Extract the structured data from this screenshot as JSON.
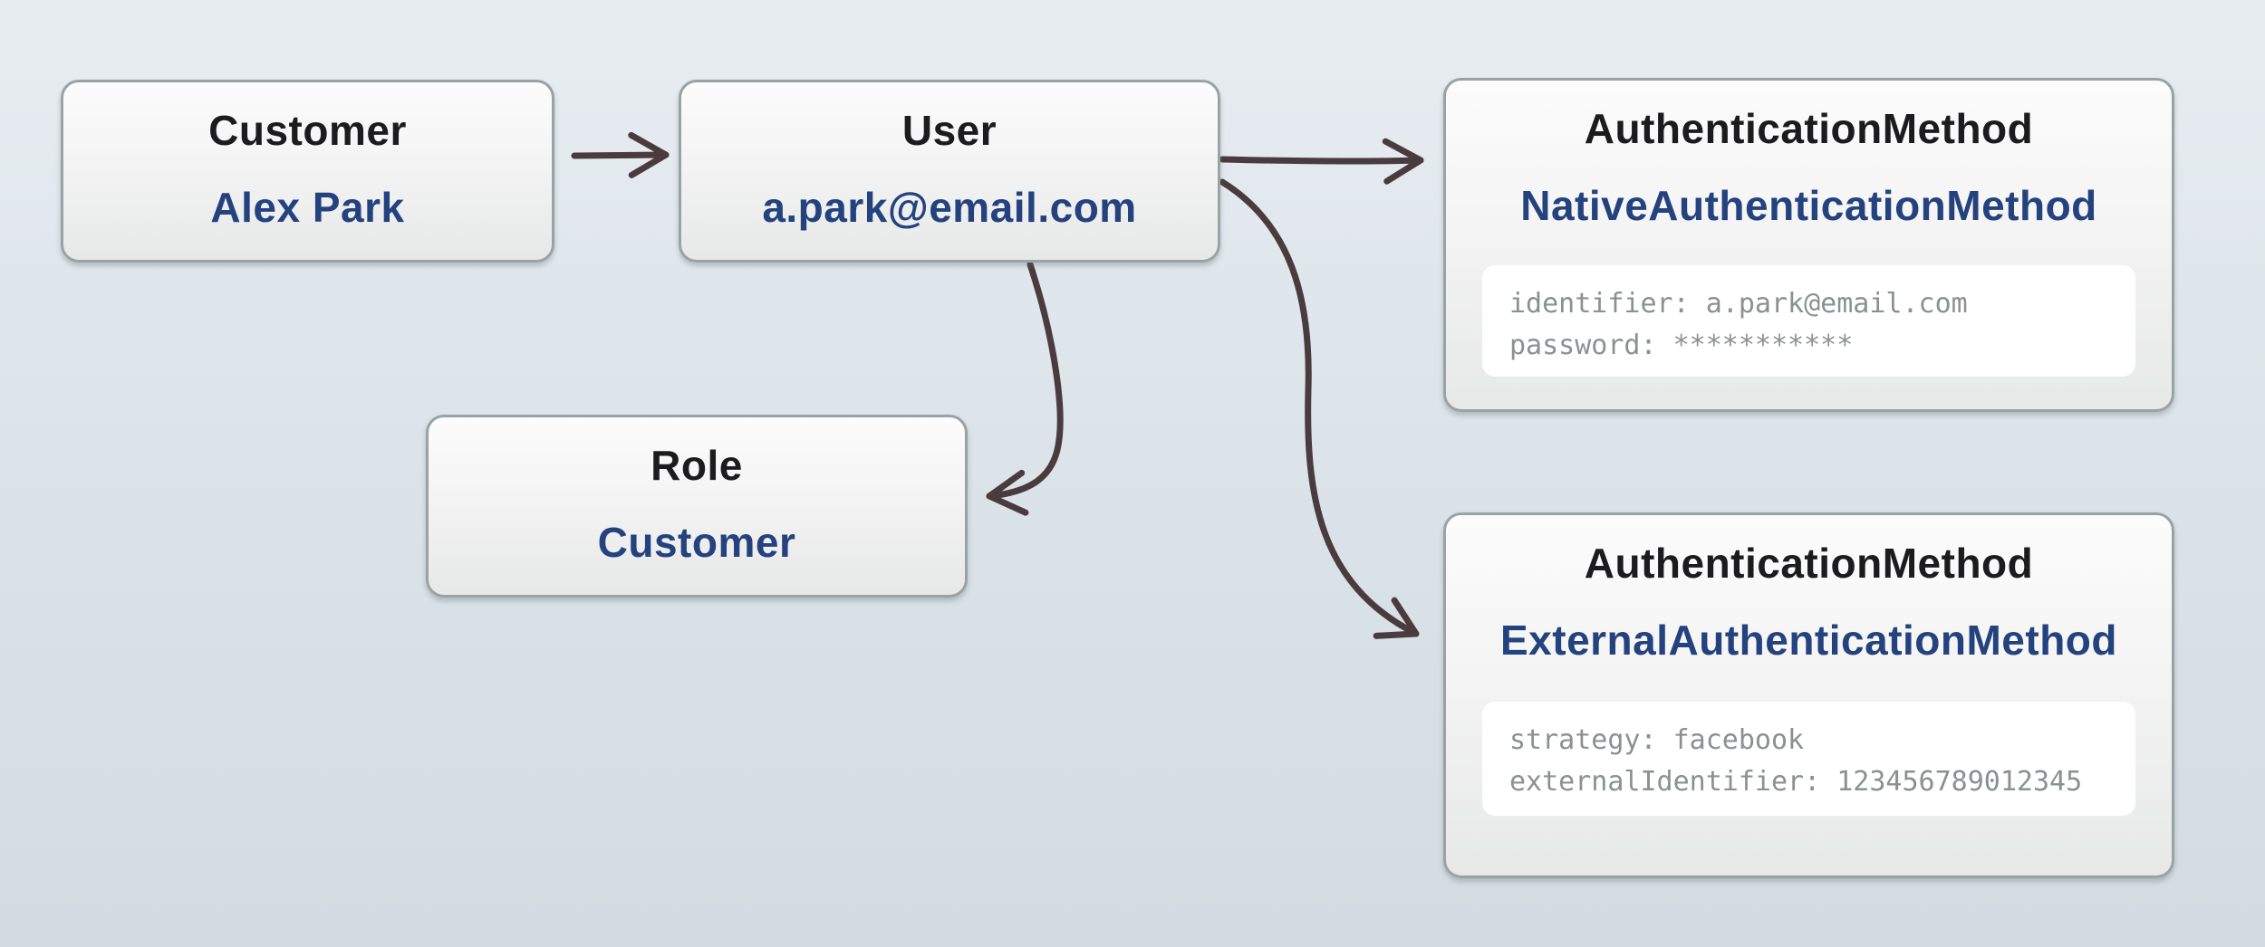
{
  "diagram": {
    "description": "Entity relationship diagram of a user account model",
    "colors": {
      "background_top": "#e8edf1",
      "background_bottom": "#d2dce1",
      "card_border": "#99a3a6",
      "card_background": "#f4f4f4",
      "title_text": "#1c1c1e",
      "value_text": "#24427e",
      "attribute_text": "#8b9094",
      "attribute_background": "#ffffff",
      "arrow": "#4a3c3e"
    },
    "nodes": {
      "customer": {
        "title": "Customer",
        "value": "Alex Park"
      },
      "user": {
        "title": "User",
        "value": "a.park@email.com"
      },
      "role": {
        "title": "Role",
        "value": "Customer"
      },
      "auth_native": {
        "title": "AuthenticationMethod",
        "value": "NativeAuthenticationMethod",
        "attributes": {
          "line1": "identifier: a.park@email.com",
          "line2": "password: ***********"
        }
      },
      "auth_external": {
        "title": "AuthenticationMethod",
        "value": "ExternalAuthenticationMethod",
        "attributes": {
          "line1": "strategy: facebook",
          "line2": "externalIdentifier: 123456789012345"
        }
      }
    },
    "edges": [
      {
        "from": "customer",
        "to": "user"
      },
      {
        "from": "user",
        "to": "auth_native"
      },
      {
        "from": "user",
        "to": "auth_external"
      },
      {
        "from": "user",
        "to": "role"
      }
    ]
  }
}
